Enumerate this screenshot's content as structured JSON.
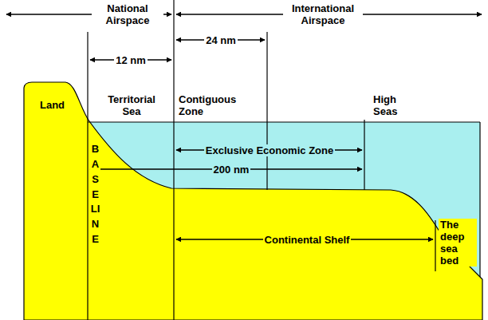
{
  "diagram": {
    "labels": [
      "National Airspace",
      "International Airspace",
      "24 nm",
      "12 nm",
      "Land",
      "Territorial Sea",
      "Contiguous Zone",
      "High Seas",
      "Exclusive Economic Zone",
      "BASELINE",
      "200 nm",
      "Continental Shelf",
      "The deep sea bed"
    ]
  }
}
